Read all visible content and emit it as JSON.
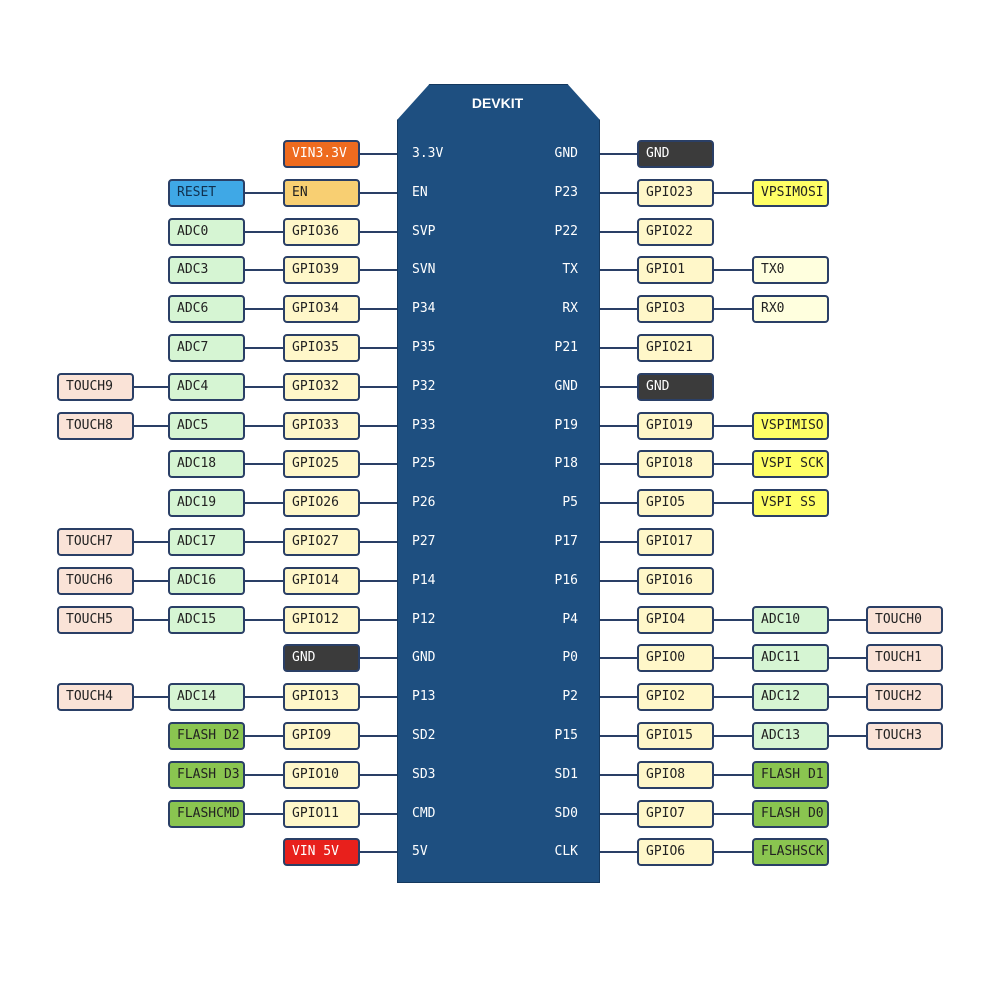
{
  "board": {
    "title": "DEVKIT"
  },
  "colors": {
    "board": "#1e4f80",
    "power3v3": "#ee6b1f",
    "power5v": "#e8201c",
    "enable": "#f8cf72",
    "reset": "#3fa8e6",
    "gnd": "#3b3b3b",
    "gpio": "#fff7c9",
    "adc": "#d6f5d3",
    "touch": "#fae3d7",
    "spi": "#ffff66",
    "flash": "#8ac550",
    "serial": "#ffffde",
    "connector": "#2a3f66"
  },
  "left_pins": [
    {
      "pin": "3.3V",
      "tags": [
        {
          "text": "VIN3.3V",
          "kind": "power3v3"
        }
      ]
    },
    {
      "pin": "EN",
      "tags": [
        {
          "text": "EN",
          "kind": "enable"
        },
        {
          "text": "RESET",
          "kind": "reset"
        }
      ]
    },
    {
      "pin": "SVP",
      "tags": [
        {
          "text": "GPIO36",
          "kind": "gpio"
        },
        {
          "text": "ADC0",
          "kind": "adc"
        }
      ]
    },
    {
      "pin": "SVN",
      "tags": [
        {
          "text": "GPIO39",
          "kind": "gpio"
        },
        {
          "text": "ADC3",
          "kind": "adc"
        }
      ]
    },
    {
      "pin": "P34",
      "tags": [
        {
          "text": "GPIO34",
          "kind": "gpio"
        },
        {
          "text": "ADC6",
          "kind": "adc"
        }
      ]
    },
    {
      "pin": "P35",
      "tags": [
        {
          "text": "GPIO35",
          "kind": "gpio"
        },
        {
          "text": "ADC7",
          "kind": "adc"
        }
      ]
    },
    {
      "pin": "P32",
      "tags": [
        {
          "text": "GPIO32",
          "kind": "gpio"
        },
        {
          "text": "ADC4",
          "kind": "adc"
        },
        {
          "text": "TOUCH9",
          "kind": "touch"
        }
      ]
    },
    {
      "pin": "P33",
      "tags": [
        {
          "text": "GPIO33",
          "kind": "gpio"
        },
        {
          "text": "ADC5",
          "kind": "adc"
        },
        {
          "text": "TOUCH8",
          "kind": "touch"
        }
      ]
    },
    {
      "pin": "P25",
      "tags": [
        {
          "text": "GPIO25",
          "kind": "gpio"
        },
        {
          "text": "ADC18",
          "kind": "adc"
        }
      ]
    },
    {
      "pin": "P26",
      "tags": [
        {
          "text": "GPIO26",
          "kind": "gpio"
        },
        {
          "text": "ADC19",
          "kind": "adc"
        }
      ]
    },
    {
      "pin": "P27",
      "tags": [
        {
          "text": "GPIO27",
          "kind": "gpio"
        },
        {
          "text": "ADC17",
          "kind": "adc"
        },
        {
          "text": "TOUCH7",
          "kind": "touch"
        }
      ]
    },
    {
      "pin": "P14",
      "tags": [
        {
          "text": "GPIO14",
          "kind": "gpio"
        },
        {
          "text": "ADC16",
          "kind": "adc"
        },
        {
          "text": "TOUCH6",
          "kind": "touch"
        }
      ]
    },
    {
      "pin": "P12",
      "tags": [
        {
          "text": "GPIO12",
          "kind": "gpio"
        },
        {
          "text": "ADC15",
          "kind": "adc"
        },
        {
          "text": "TOUCH5",
          "kind": "touch"
        }
      ]
    },
    {
      "pin": "GND",
      "tags": [
        {
          "text": "GND",
          "kind": "gnd"
        }
      ]
    },
    {
      "pin": "P13",
      "tags": [
        {
          "text": "GPIO13",
          "kind": "gpio"
        },
        {
          "text": "ADC14",
          "kind": "adc"
        },
        {
          "text": "TOUCH4",
          "kind": "touch"
        }
      ]
    },
    {
      "pin": "SD2",
      "tags": [
        {
          "text": "GPIO9",
          "kind": "gpio"
        },
        {
          "text": "FLASH D2",
          "kind": "flash"
        }
      ]
    },
    {
      "pin": "SD3",
      "tags": [
        {
          "text": "GPIO10",
          "kind": "gpio"
        },
        {
          "text": "FLASH D3",
          "kind": "flash"
        }
      ]
    },
    {
      "pin": "CMD",
      "tags": [
        {
          "text": "GPIO11",
          "kind": "gpio"
        },
        {
          "text": "FLASHCMD",
          "kind": "flash"
        }
      ]
    },
    {
      "pin": "5V",
      "tags": [
        {
          "text": "VIN 5V",
          "kind": "power5v"
        }
      ]
    }
  ],
  "right_pins": [
    {
      "pin": "GND",
      "tags": [
        {
          "text": "GND",
          "kind": "gnd"
        }
      ]
    },
    {
      "pin": "P23",
      "tags": [
        {
          "text": "GPIO23",
          "kind": "gpio"
        },
        {
          "text": "VPSIMOSI",
          "kind": "spi"
        }
      ]
    },
    {
      "pin": "P22",
      "tags": [
        {
          "text": "GPIO22",
          "kind": "gpio"
        }
      ]
    },
    {
      "pin": "TX",
      "tags": [
        {
          "text": "GPIO1",
          "kind": "gpio"
        },
        {
          "text": "TX0",
          "kind": "serial"
        }
      ]
    },
    {
      "pin": "RX",
      "tags": [
        {
          "text": "GPIO3",
          "kind": "gpio"
        },
        {
          "text": "RX0",
          "kind": "serial"
        }
      ]
    },
    {
      "pin": "P21",
      "tags": [
        {
          "text": "GPIO21",
          "kind": "gpio"
        }
      ]
    },
    {
      "pin": "GND",
      "tags": [
        {
          "text": "GND",
          "kind": "gnd"
        }
      ]
    },
    {
      "pin": "P19",
      "tags": [
        {
          "text": "GPIO19",
          "kind": "gpio"
        },
        {
          "text": "VSPIMISO",
          "kind": "spi"
        }
      ]
    },
    {
      "pin": "P18",
      "tags": [
        {
          "text": "GPIO18",
          "kind": "gpio"
        },
        {
          "text": "VSPI SCK",
          "kind": "spi"
        }
      ]
    },
    {
      "pin": "P5",
      "tags": [
        {
          "text": "GPIO5",
          "kind": "gpio"
        },
        {
          "text": "VSPI SS",
          "kind": "spi"
        }
      ]
    },
    {
      "pin": "P17",
      "tags": [
        {
          "text": "GPIO17",
          "kind": "gpio"
        }
      ]
    },
    {
      "pin": "P16",
      "tags": [
        {
          "text": "GPIO16",
          "kind": "gpio"
        }
      ]
    },
    {
      "pin": "P4",
      "tags": [
        {
          "text": "GPIO4",
          "kind": "gpio"
        },
        {
          "text": "ADC10",
          "kind": "adc"
        },
        {
          "text": "TOUCH0",
          "kind": "touch"
        }
      ]
    },
    {
      "pin": "P0",
      "tags": [
        {
          "text": "GPIO0",
          "kind": "gpio"
        },
        {
          "text": "ADC11",
          "kind": "adc"
        },
        {
          "text": "TOUCH1",
          "kind": "touch"
        }
      ]
    },
    {
      "pin": "P2",
      "tags": [
        {
          "text": "GPIO2",
          "kind": "gpio"
        },
        {
          "text": "ADC12",
          "kind": "adc"
        },
        {
          "text": "TOUCH2",
          "kind": "touch"
        }
      ]
    },
    {
      "pin": "P15",
      "tags": [
        {
          "text": "GPIO15",
          "kind": "gpio"
        },
        {
          "text": "ADC13",
          "kind": "adc"
        },
        {
          "text": "TOUCH3",
          "kind": "touch"
        }
      ]
    },
    {
      "pin": "SD1",
      "tags": [
        {
          "text": "GPIO8",
          "kind": "gpio"
        },
        {
          "text": "FLASH D1",
          "kind": "flash"
        }
      ]
    },
    {
      "pin": "SD0",
      "tags": [
        {
          "text": "GPIO7",
          "kind": "gpio"
        },
        {
          "text": "FLASH D0",
          "kind": "flash"
        }
      ]
    },
    {
      "pin": "CLK",
      "tags": [
        {
          "text": "GPIO6",
          "kind": "gpio"
        },
        {
          "text": "FLASHSCK",
          "kind": "flash"
        }
      ]
    }
  ]
}
